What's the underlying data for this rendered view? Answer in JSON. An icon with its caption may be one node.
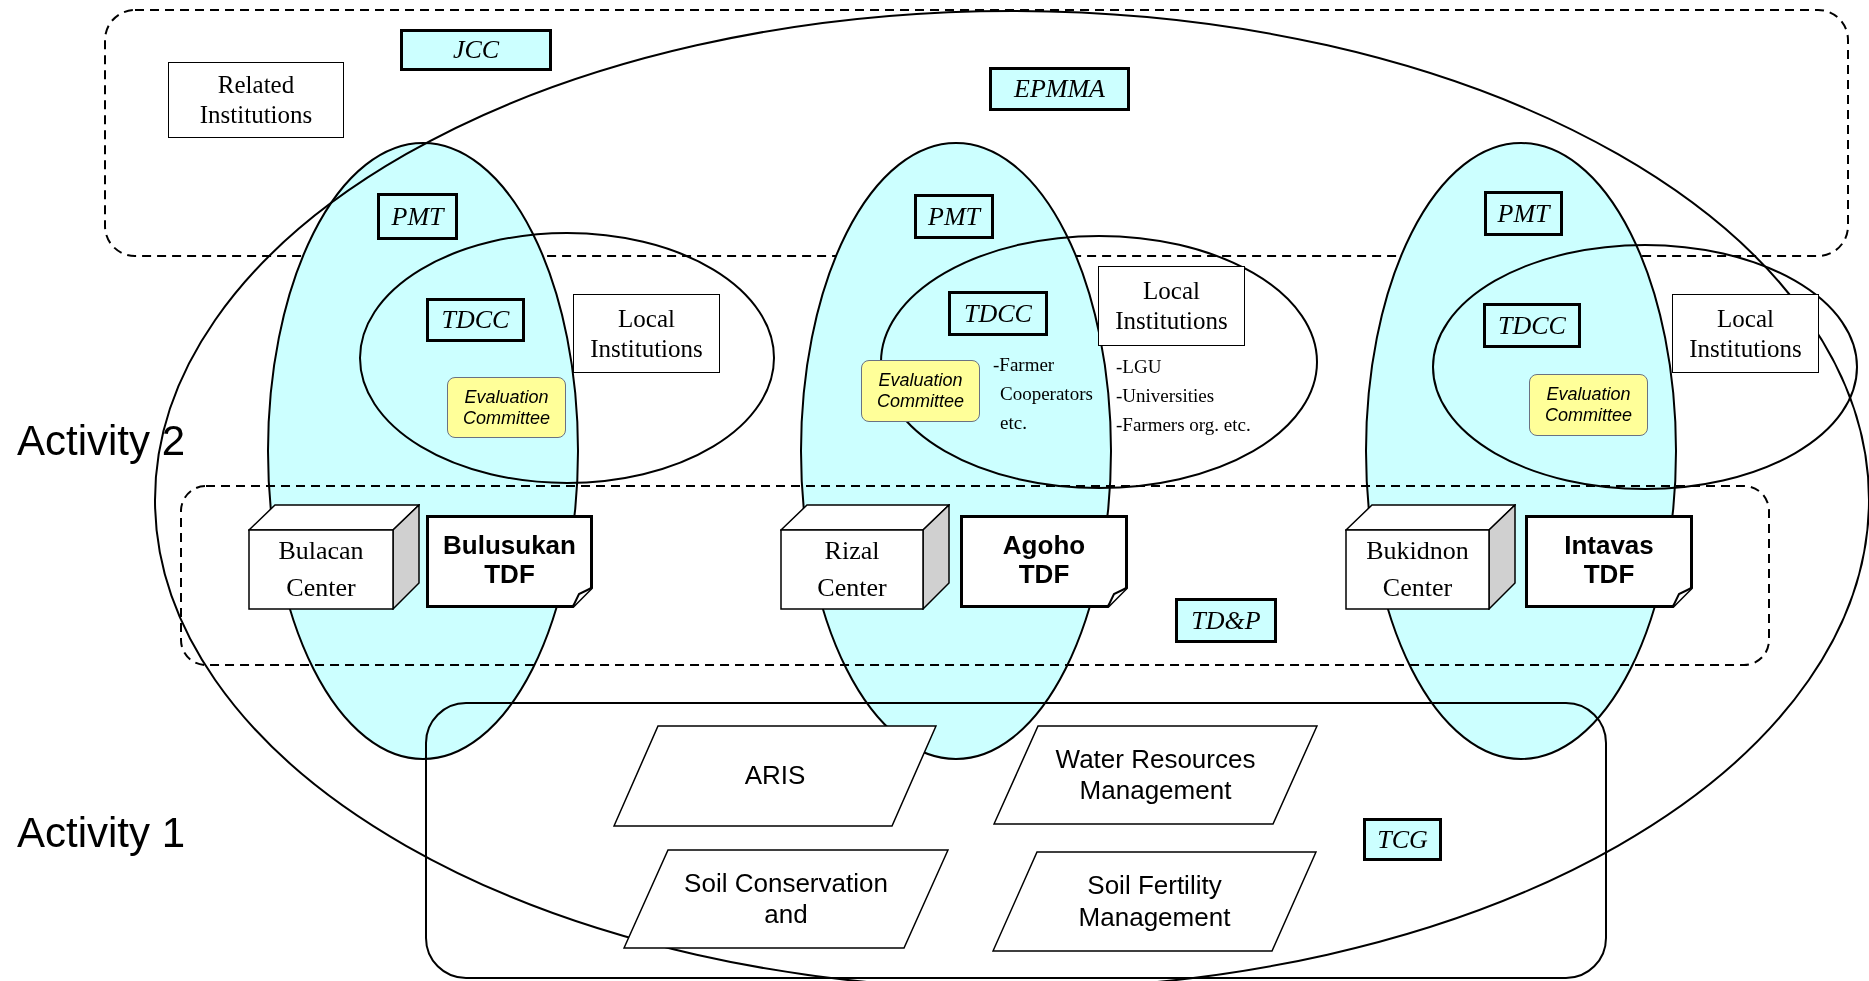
{
  "diagram": {
    "nodes": [
      {
        "text": [
          "JCC"
        ]
      },
      {
        "text": [
          "Related Institutions"
        ]
      },
      {
        "text": [
          "EPMMA"
        ]
      },
      {
        "text": [
          "PMT"
        ]
      },
      {
        "text": [
          "PMT"
        ]
      },
      {
        "text": [
          "PMT"
        ]
      },
      {
        "text": [
          "TDCC"
        ]
      },
      {
        "text": [
          "Local Institutions"
        ]
      },
      {
        "text": [
          "Evaluation Committee"
        ]
      },
      {
        "text": [
          "TDCC"
        ]
      },
      {
        "text": [
          "Local Institutions"
        ]
      },
      {
        "text": [
          "Evaluation Committee"
        ]
      },
      {
        "text": [
          "TDCC"
        ]
      },
      {
        "text": [
          "Local Institutions"
        ]
      },
      {
        "text": [
          "Evaluation Committee"
        ]
      },
      {
        "text": [
          "Bulacan Center"
        ]
      },
      {
        "text": [
          "Bulusukan TDF"
        ]
      },
      {
        "text": [
          "Rizal Center"
        ]
      },
      {
        "text": [
          "Agoho TDF"
        ]
      },
      {
        "text": [
          "Bukidnon Center"
        ]
      },
      {
        "text": [
          "Intavas TDF"
        ]
      },
      {
        "text": [
          "TD&P"
        ]
      },
      {
        "text": [
          "ARIS"
        ]
      },
      {
        "text": [
          "Water Resources Management"
        ]
      },
      {
        "text": [
          "Soil Conservation and"
        ]
      },
      {
        "text": [
          "Soil Fertility Management"
        ]
      },
      {
        "text": [
          "TCG"
        ]
      }
    ],
    "labels": [
      "-Farmer Cooperators etc.",
      "-LGU",
      "-Universities",
      "-Farmers org. etc.",
      "Activity 2",
      "Activity 1"
    ]
  }
}
